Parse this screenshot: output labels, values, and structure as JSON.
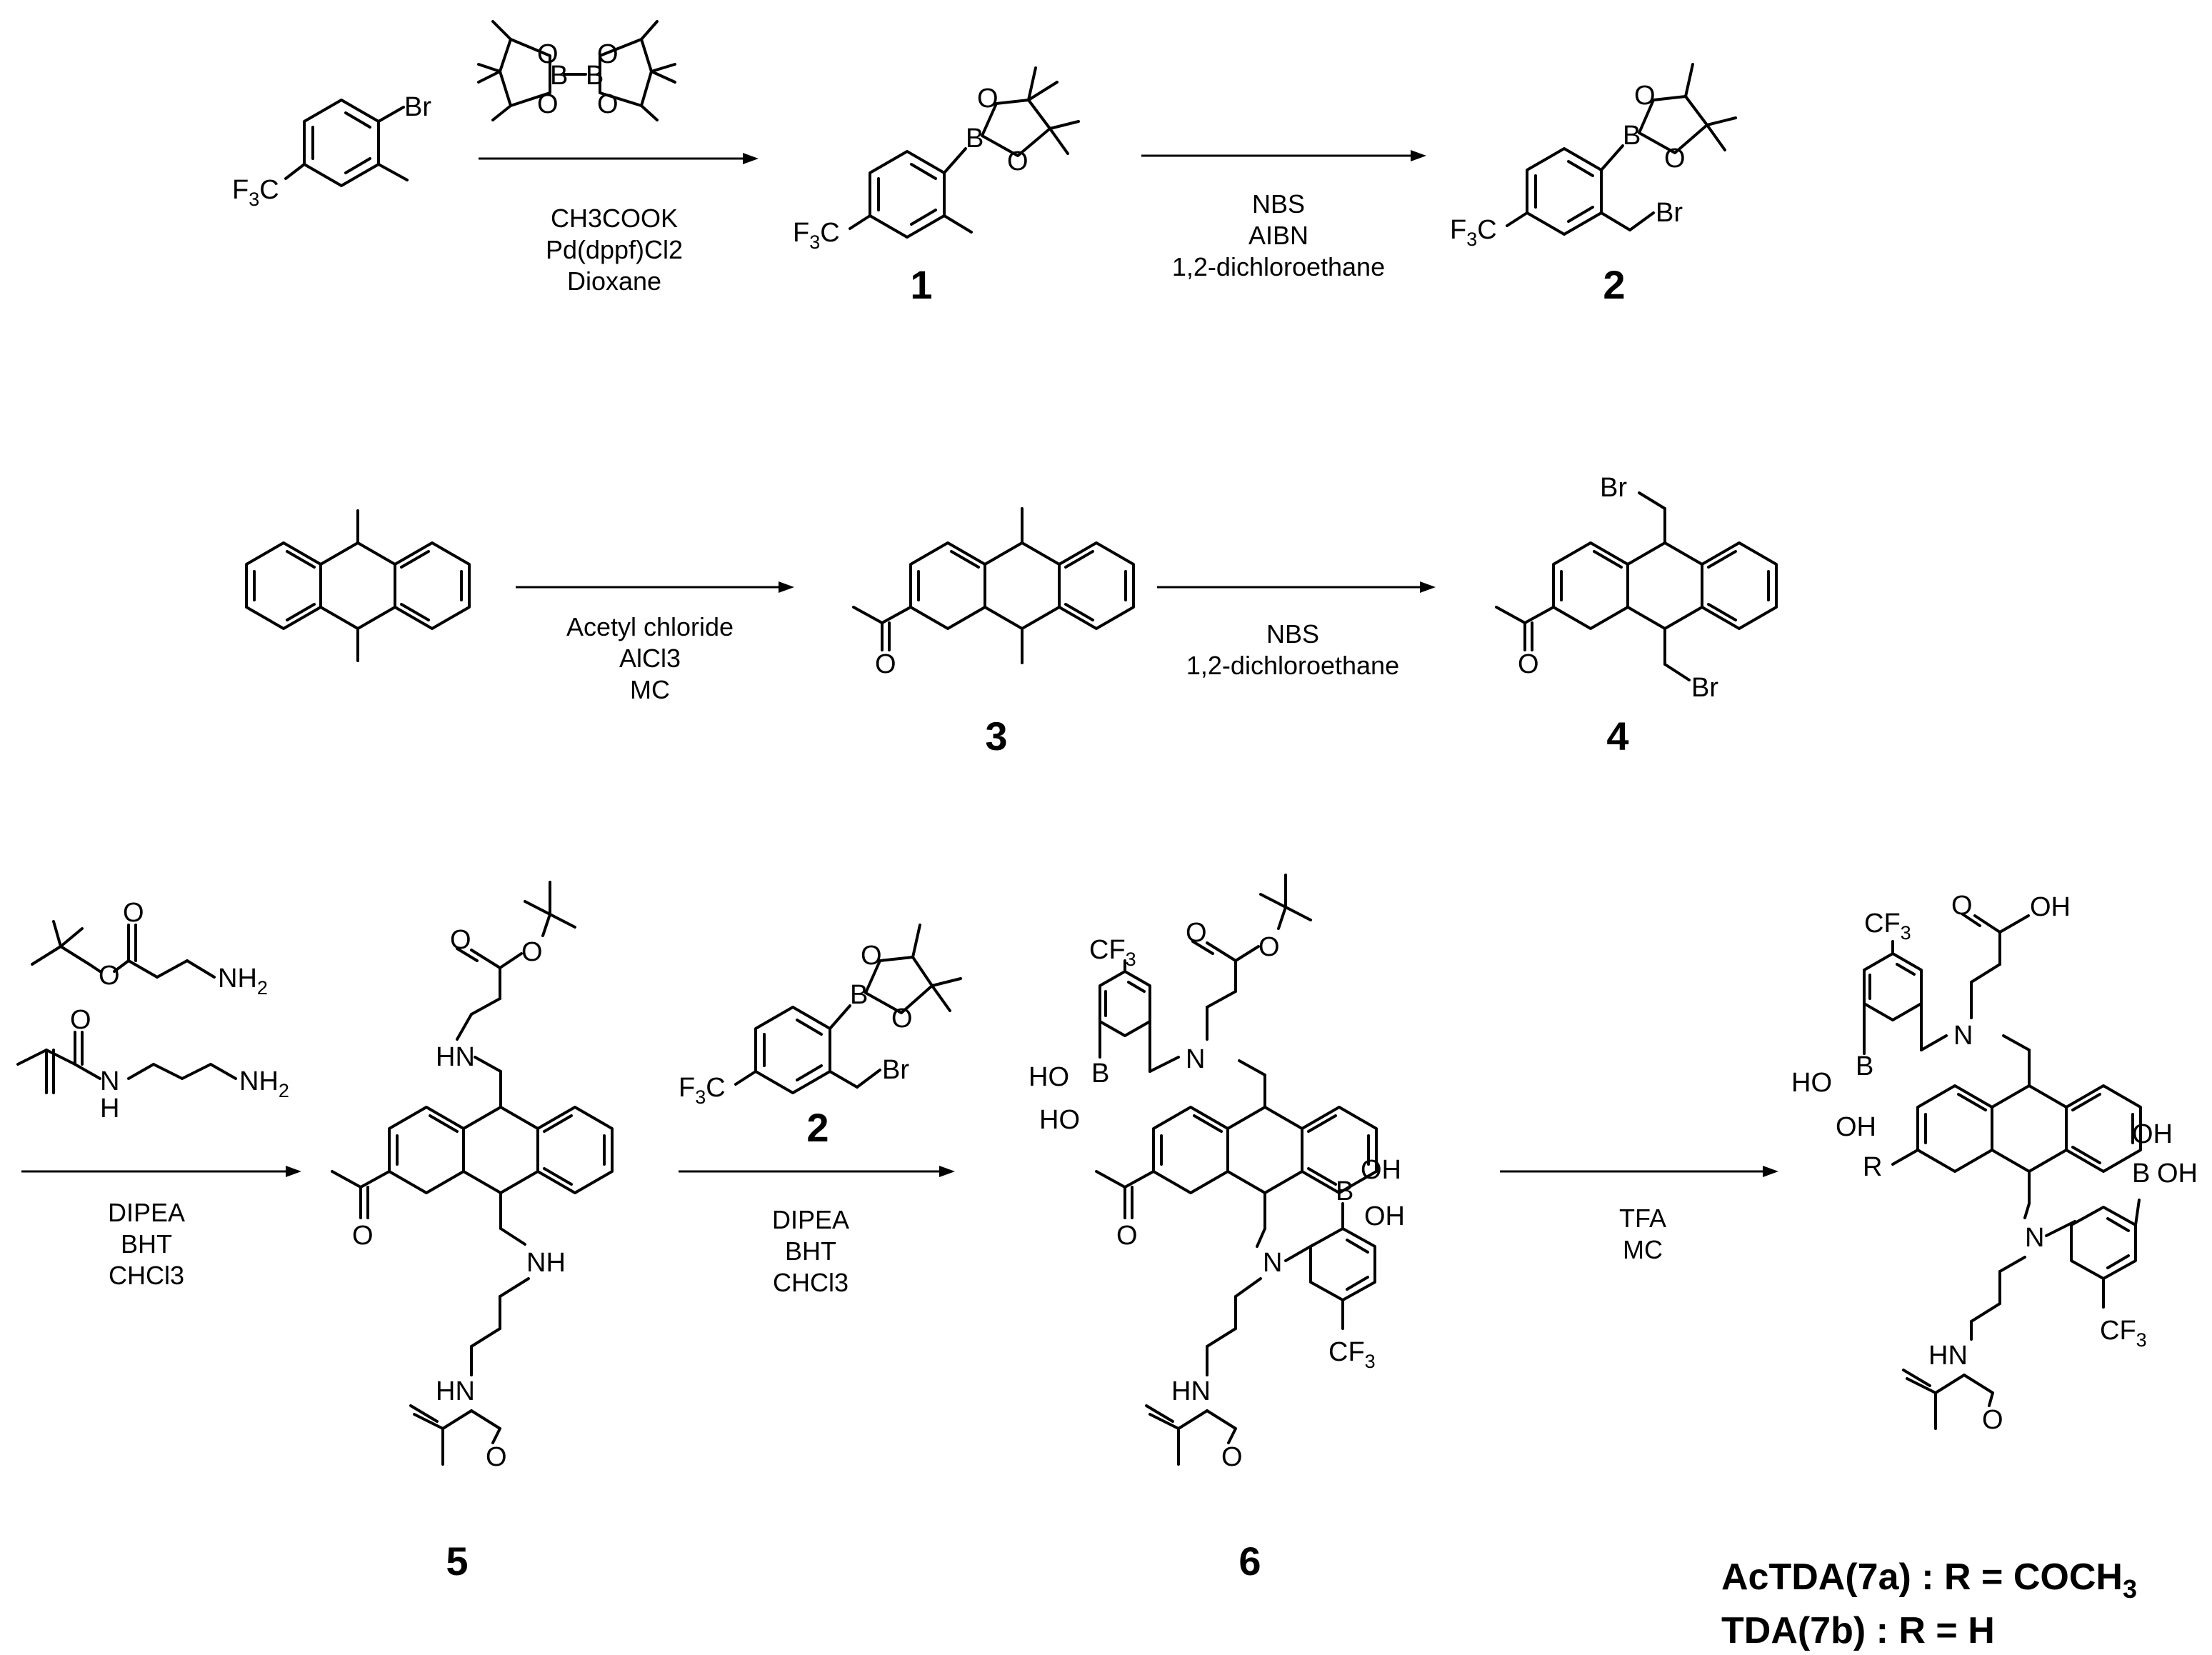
{
  "reactions": [
    {
      "conditions": [
        "CH3COOK",
        "Pd(dppf)Cl2",
        "Dioxane"
      ]
    },
    {
      "conditions": [
        "NBS",
        "AIBN",
        "1,2-dichloroethane"
      ]
    },
    {
      "conditions": [
        "Acetyl chloride",
        "AlCl3",
        "MC"
      ]
    },
    {
      "conditions": [
        "NBS",
        "1,2-dichloroethane"
      ]
    },
    {
      "conditions": [
        "DIPEA",
        "BHT",
        "CHCl3"
      ]
    },
    {
      "conditions": [
        "DIPEA",
        "BHT",
        "CHCl3"
      ]
    },
    {
      "conditions": [
        "TFA",
        "MC"
      ]
    }
  ],
  "compounds": {
    "c1": "1",
    "c2": "2",
    "c2_reagent": "2",
    "c3": "3",
    "c4": "4",
    "c5": "5",
    "c6": "6"
  },
  "labels": {
    "Br": "Br",
    "B": "B",
    "O": "O",
    "F3C": "F",
    "F3C_sub": "3",
    "F3C_C": "C",
    "CF3_C": "CF",
    "CF3_sub": "3",
    "HN": "HN",
    "NH": "NH",
    "N": "N",
    "H": "H",
    "NH2": "NH",
    "NH2_sub": "2",
    "HO": "HO",
    "OH": "OH",
    "R": "R"
  },
  "final": {
    "line1_prefix": "AcTDA(7a)  : R = COCH",
    "line1_sub": "3",
    "line2": "TDA(7b)  : R = H"
  }
}
